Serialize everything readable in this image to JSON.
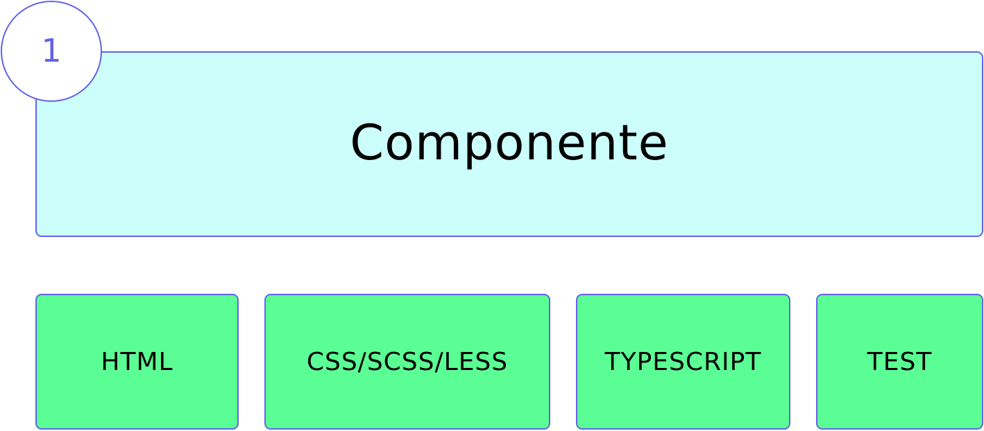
{
  "step": {
    "number": "1"
  },
  "main": {
    "title": "Componente"
  },
  "parts": [
    {
      "label": "HTML"
    },
    {
      "label": "CSS/SCSS/LESS"
    },
    {
      "label": "TYPESCRIPT"
    },
    {
      "label": "TEST"
    }
  ],
  "colors": {
    "border": "#6263e6",
    "main_fill": "#ccfefc",
    "part_fill": "#5bfe94",
    "step_text": "#6263e6"
  }
}
